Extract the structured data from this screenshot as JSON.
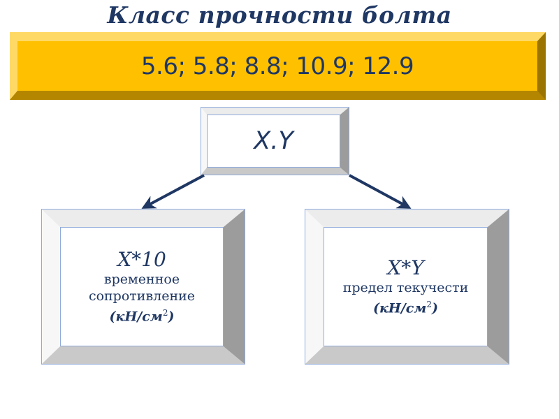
{
  "title": "Класс прочности болта",
  "classes": "5.6; 5.8; 8.8; 10.9; 12.9",
  "center_box": {
    "label": "X.Y"
  },
  "left_box": {
    "formula": "X*10",
    "desc_line1": "временное",
    "desc_line2": "сопротивление",
    "unit": "(кН/см",
    "unit_sup": "2",
    "unit_close": ")"
  },
  "right_box": {
    "formula": "X*Y",
    "desc_line1": "предел текучести",
    "unit": "(кН/см",
    "unit_sup": "2",
    "unit_close": ")"
  },
  "colors": {
    "text": "#1f3763",
    "gold": "#ffc000",
    "arrow": "#1f3763"
  }
}
